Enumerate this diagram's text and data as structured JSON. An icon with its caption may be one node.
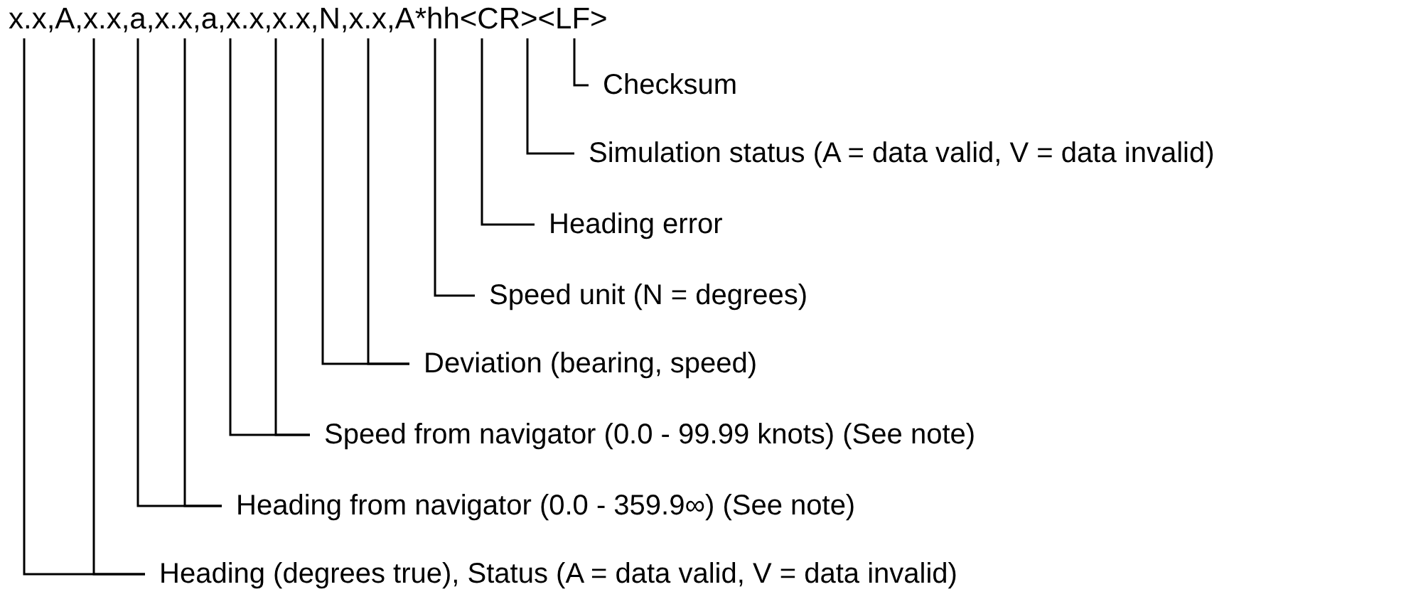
{
  "diagram": {
    "nodes": [
      {
        "text": [
          "x.x,A,x.x,a,x.x,a,x.x,x.x,N,x.x,A*hh<CR><LF>"
        ]
      },
      {
        "text": [
          "Checksum"
        ]
      },
      {
        "text": [
          "Simulation status (A = data valid, V = data invalid)"
        ]
      },
      {
        "text": [
          "Heading error"
        ]
      },
      {
        "text": [
          "Speed unit (N = degrees)"
        ]
      },
      {
        "text": [
          "Deviation (bearing, speed)"
        ]
      },
      {
        "text": [
          "Speed from navigator (0.0 - 99.99 knots) (See note)"
        ]
      },
      {
        "text": [
          "Heading from navigator (0.0 - 359.9∞) (See note)"
        ]
      },
      {
        "text": [
          "Heading (degrees true), Status (A = data valid, V = data invalid)"
        ]
      }
    ],
    "edges": [
      {
        "from": 1,
        "to": 0,
        "arrow": "none"
      },
      {
        "from": 2,
        "to": 0,
        "arrow": "none"
      },
      {
        "from": 3,
        "to": 0,
        "arrow": "none"
      },
      {
        "from": 4,
        "to": 0,
        "arrow": "none"
      },
      {
        "from": 5,
        "to": 0,
        "arrow": "none"
      },
      {
        "from": 5,
        "to": 0,
        "arrow": "none"
      },
      {
        "from": 6,
        "to": 0,
        "arrow": "none"
      },
      {
        "from": 6,
        "to": 0,
        "arrow": "none"
      },
      {
        "from": 7,
        "to": 0,
        "arrow": "none"
      },
      {
        "from": 7,
        "to": 0,
        "arrow": "none"
      },
      {
        "from": 8,
        "to": 0,
        "arrow": "none"
      },
      {
        "from": 8,
        "to": 0,
        "arrow": "none"
      }
    ]
  }
}
